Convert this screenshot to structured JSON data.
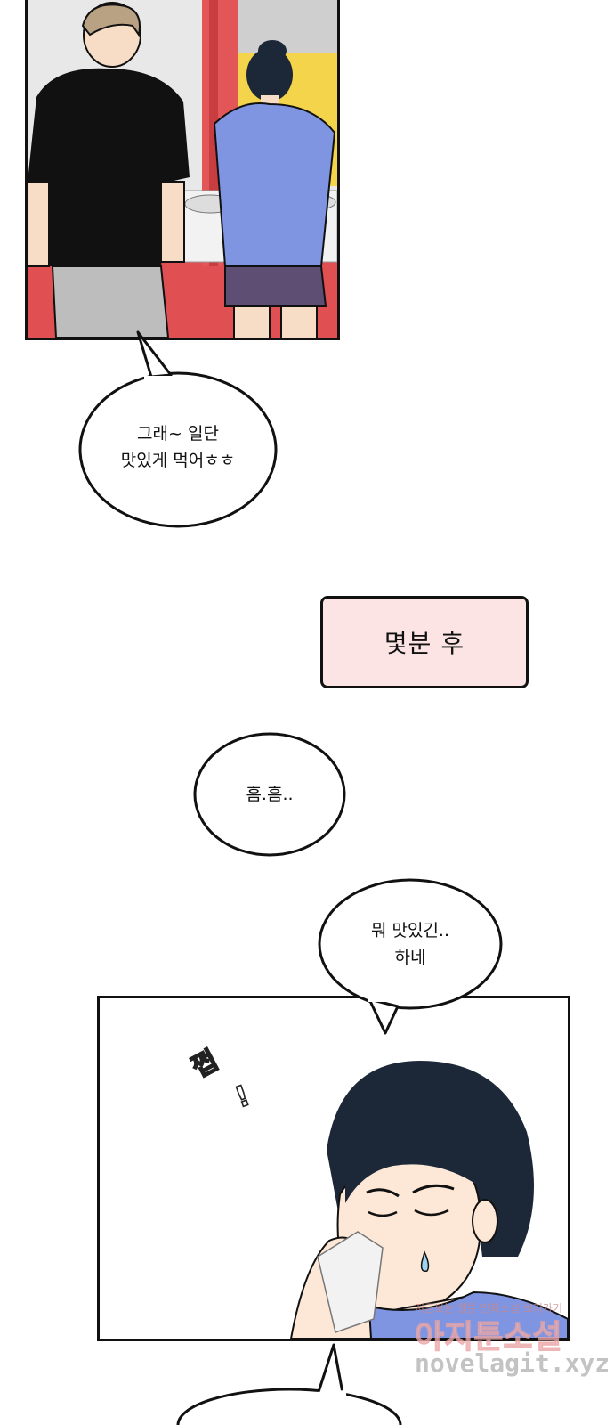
{
  "bubbles": {
    "b1_line1": "그래~ 일단",
    "b1_line2": "맛있게 먹어ㅎㅎ",
    "b2": "흠.흠..",
    "b3_line1": "뭐 맛있긴..",
    "b3_line2": "하네"
  },
  "caption": "몇분 후",
  "sfx": {
    "sip": "쩝",
    "exclaim": "!"
  },
  "watermark": {
    "tagline": "지금보는 웹툰 만화소설 보러가기",
    "site_name": "아지툰소설",
    "url": "novelagit.xyz"
  },
  "colors": {
    "caption_bg": "#fde4e4",
    "shirt_blue": "#7f95e2",
    "hair": "#1c2838",
    "skin": "#fde7d6",
    "red_booth": "#e04f52"
  }
}
